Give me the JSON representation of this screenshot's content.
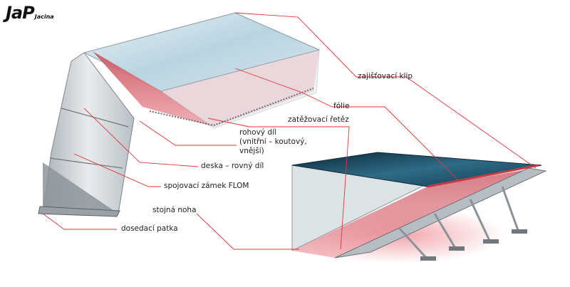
{
  "logo": {
    "main": "JaP",
    "sub": "Jacina"
  },
  "labels": {
    "clip": "zajišťovací klip",
    "foil": "fólie",
    "chain": "zatěžovací řetěz",
    "corner": "rohový díl\n(vnitřní – koutový,\nvnější)",
    "plate": "deska – rovný díl",
    "lock": "spojovací zámek FLOM",
    "leg": "stojná noha",
    "foot": "dosedací patka"
  },
  "colors": {
    "leader": "#e3353a",
    "foil": "#e05a66",
    "water_dark": "#0f3244",
    "panel": "#cfd4d8"
  }
}
